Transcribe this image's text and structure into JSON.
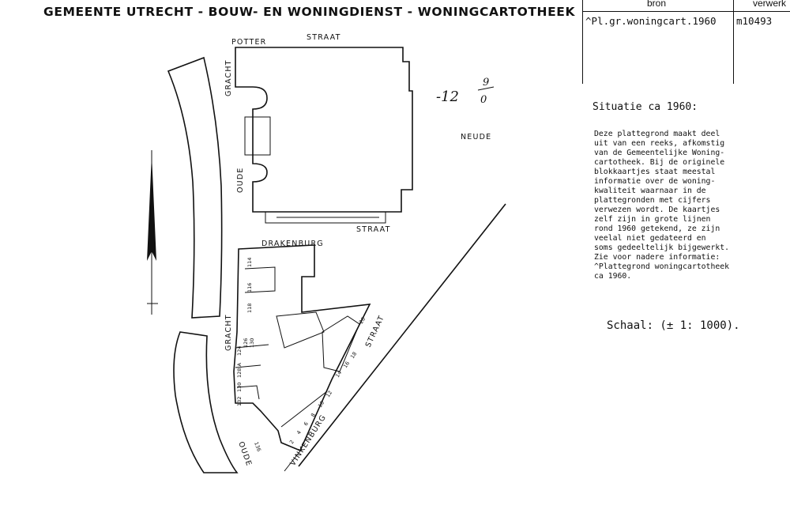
{
  "header": {
    "title": "GEMEENTE UTRECHT - BOUW- EN WONINGDIENST - WONINGCARTOTHEEK"
  },
  "source_table": {
    "col1_header": "bron",
    "col2_header": "verwerk",
    "source": "^Pl.gr.woningcart.1960",
    "processing": "m10493"
  },
  "situation": {
    "title": "Situatie ca 1960:",
    "body": "Deze plattegrond maakt deel\nuit van een reeks, afkomstig\nvan de Gemeentelijke Woning-\ncartotheek. Bij de originele\nblokkaartjes staat meestal\ninformatie over de woning-\nkwaliteit waarnaar in de\nplattegronden met cijfers\nverwezen wordt. De kaartjes\nzelf zijn in grote lijnen\nrond 1960 getekend, ze zijn\nveelal niet gedateerd en\nsoms gedeeltelijk bijgewerkt.\nZie voor nadere informatie:\n^Plattegrond woningcartotheek\nca 1960.",
    "scale": "Schaal: (± 1: 1000)."
  },
  "map": {
    "annotation": "-12",
    "streets": {
      "potter": "POTTER",
      "straat_top": "STRAAT",
      "gracht_upper": "GRACHT",
      "oude_upper": "OUDE",
      "neude": "NEUDE",
      "drakenburg": "DRAKENBURG",
      "straat_mid": "STRAAT",
      "gracht_lower": "GRACHT",
      "oude_lower": "OUDE",
      "vinkenburg": "VINKENBURG",
      "straat_right": "STRAAT"
    },
    "house_numbers": {
      "n114": "114",
      "n116": "116",
      "n118": "118",
      "n124": "124",
      "n126": "126",
      "n130": "130",
      "n128": "128,A",
      "n130b": "130",
      "n132": "132",
      "n136": "136",
      "v2": "2",
      "v4": "4",
      "v6": "6",
      "v8": "8",
      "v10": "10",
      "v12": "12",
      "v14": "14",
      "v16": "16",
      "v18": "18",
      "v20": "20"
    }
  }
}
